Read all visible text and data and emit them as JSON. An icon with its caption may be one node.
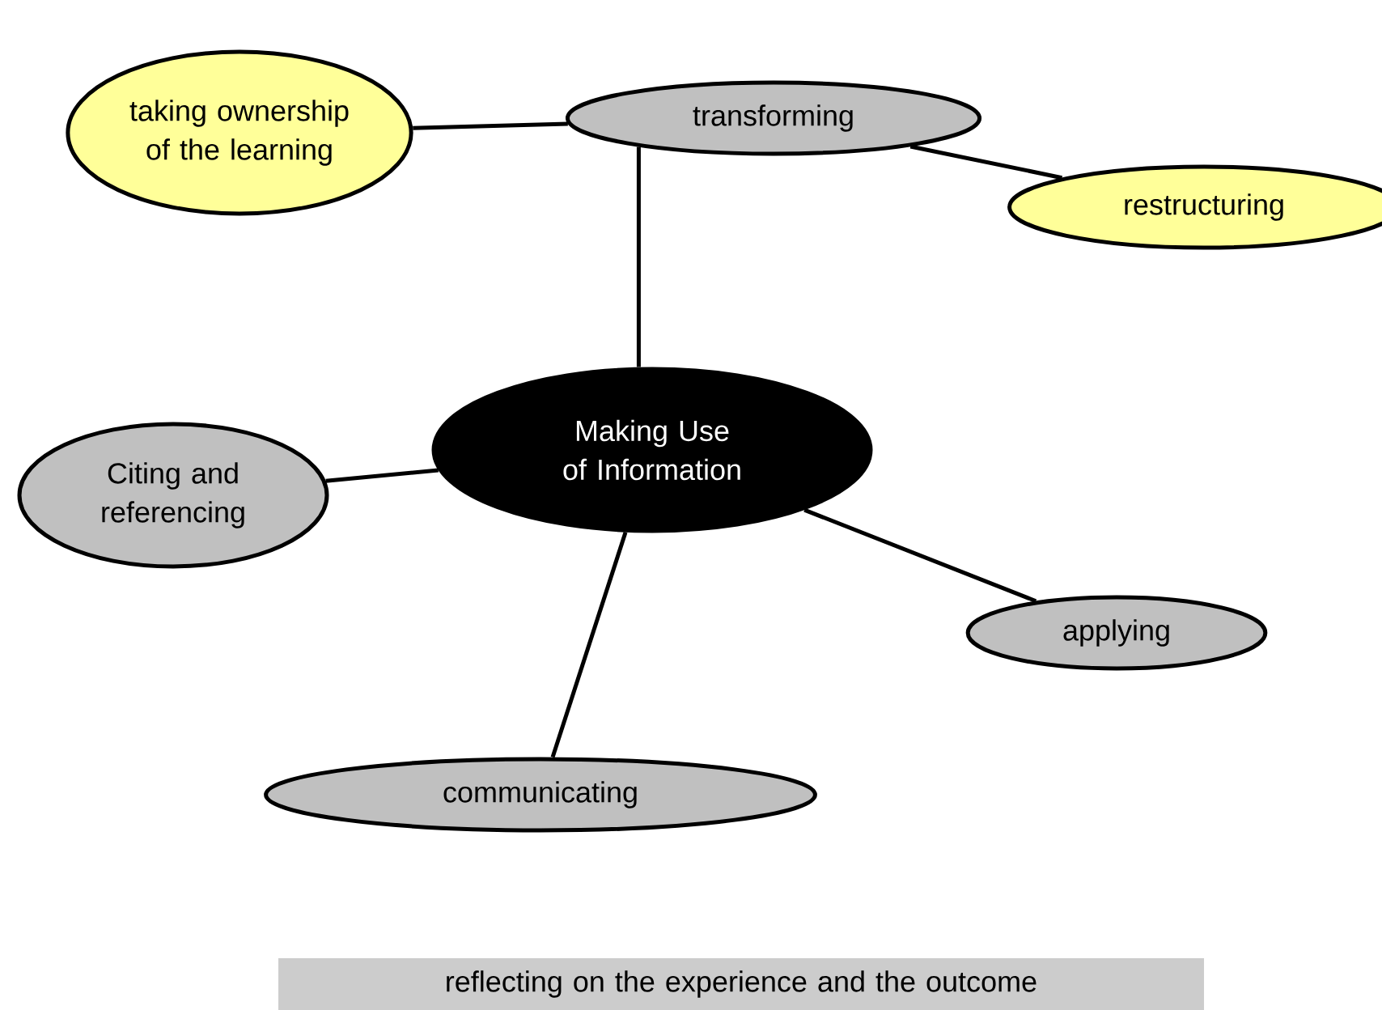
{
  "diagram": {
    "nodes": [
      {
        "text": [
          "taking ownership of the learning"
        ]
      },
      {
        "text": [
          "transforming"
        ]
      },
      {
        "text": [
          "restructuring"
        ]
      },
      {
        "text": [
          "Making Use of Information"
        ]
      },
      {
        "text": [
          "Citing and referencing"
        ]
      },
      {
        "text": [
          "applying"
        ]
      },
      {
        "text": [
          "communicating"
        ]
      },
      {
        "text": [
          "reflecting on the experience and the outcome"
        ]
      }
    ],
    "edges": [
      {
        "from": 0,
        "to": 1,
        "arrow": "none"
      },
      {
        "from": 1,
        "to": 2,
        "arrow": "none"
      },
      {
        "from": 3,
        "to": 1,
        "arrow": "none"
      },
      {
        "from": 3,
        "to": 4,
        "arrow": "none"
      },
      {
        "from": 3,
        "to": 5,
        "arrow": "none"
      },
      {
        "from": 3,
        "to": 6,
        "arrow": "none"
      }
    ]
  }
}
